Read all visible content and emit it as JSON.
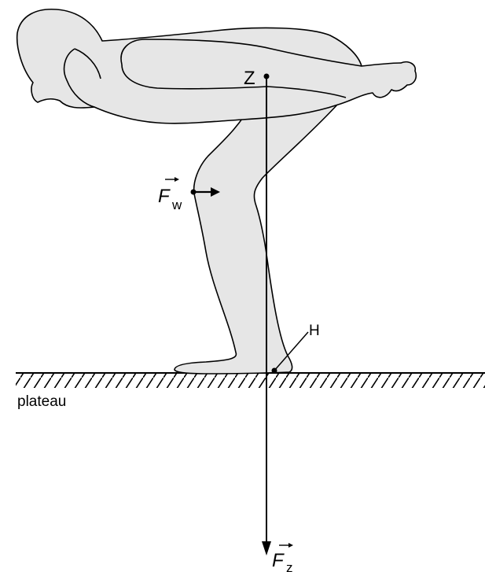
{
  "labels": {
    "centre_of_gravity": "Z",
    "pivot_point": "H",
    "surface": "plateau",
    "force_weight": {
      "symbol": "F",
      "subscript": "z"
    },
    "force_wall": {
      "symbol": "F",
      "subscript": "w"
    }
  },
  "colors": {
    "body_fill": "#e6e6e6",
    "line": "#000000",
    "background": "#ffffff"
  }
}
